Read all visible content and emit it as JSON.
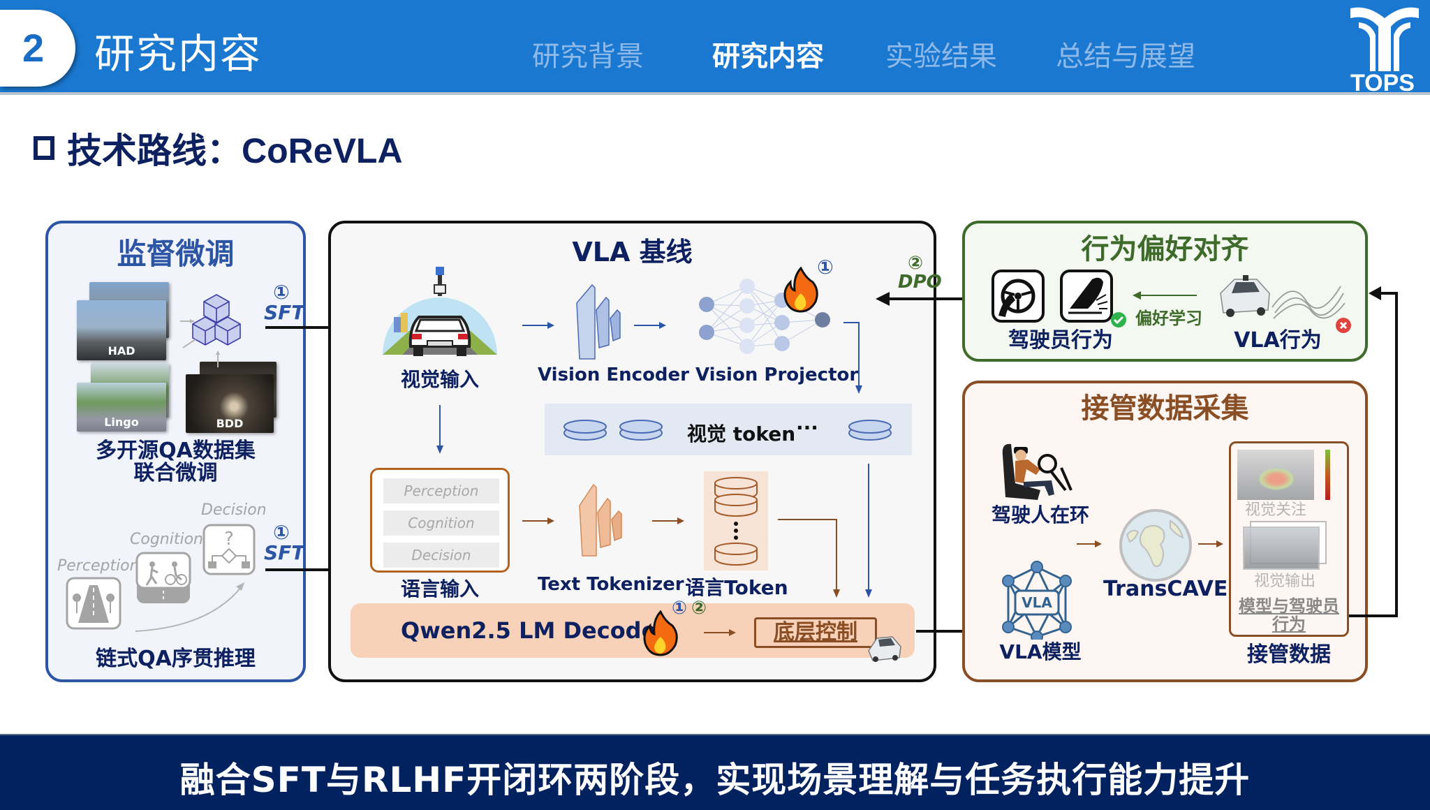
{
  "header": {
    "section_number": "2",
    "section_title": "研究内容",
    "nav": [
      {
        "label": "研究背景",
        "active": false
      },
      {
        "label": "研究内容",
        "active": true
      },
      {
        "label": "实验结果",
        "active": false
      },
      {
        "label": "总结与展望",
        "active": false
      }
    ],
    "logo_text": "TOPS"
  },
  "page_title": "技术路线：CoReVLA",
  "colors": {
    "header_blue": "#1a78d0",
    "navy": "#0d2060",
    "sft_blue": "#2d55a6",
    "dpo_green": "#3e6b2a",
    "brown": "#8a4e24",
    "footer_navy": "#02215f"
  },
  "left_panel": {
    "title": "监督微调",
    "datasets": [
      "HAD",
      "Lingo",
      "BDD"
    ],
    "datasets_caption_1": "多开源QA数据集",
    "datasets_caption_2": "联合微调",
    "chain_steps": [
      "Perception",
      "Cognition",
      "Decision"
    ],
    "chain_caption": "链式QA序贯推理",
    "sft_step_num": "①",
    "sft_label": "SFT"
  },
  "center_panel": {
    "title": "VLA 基线",
    "visual_input": "视觉输入",
    "vision_encoder": "Vision Encoder",
    "vision_projector": "Vision Projector",
    "projector_step": "①",
    "visual_token": "视觉 token",
    "ellipsis": "···",
    "lang_rows": [
      "Perception",
      "Cognition",
      "Decision"
    ],
    "lang_input": "语言输入",
    "text_tokenizer": "Text Tokenizer",
    "lang_token": "语言Token",
    "decoder": "Qwen2.5 LM Decoder",
    "decoder_steps": [
      "①",
      "②"
    ],
    "low_level_control": "底层控制"
  },
  "dpo": {
    "step_num": "②",
    "label": "DPO"
  },
  "green_panel": {
    "title": "行为偏好对齐",
    "driver_behavior": "驾驶员行为",
    "preference_learning": "偏好学习",
    "vla_behavior": "VLA行为"
  },
  "brown_panel": {
    "title": "接管数据采集",
    "driver_in_loop": "驾驶人在环",
    "vla_model": "VLA模型",
    "vla_icon_text": "VLA",
    "transcave": "TransCAVE",
    "visual_attention": "视觉关注",
    "visual_output": "视觉输出",
    "behavior_text_1": "模型与驾驶员",
    "behavior_text_2": "行为",
    "takeover_data": "接管数据"
  },
  "footer": "融合SFT与RLHF开闭环两阶段，实现场景理解与任务执行能力提升"
}
